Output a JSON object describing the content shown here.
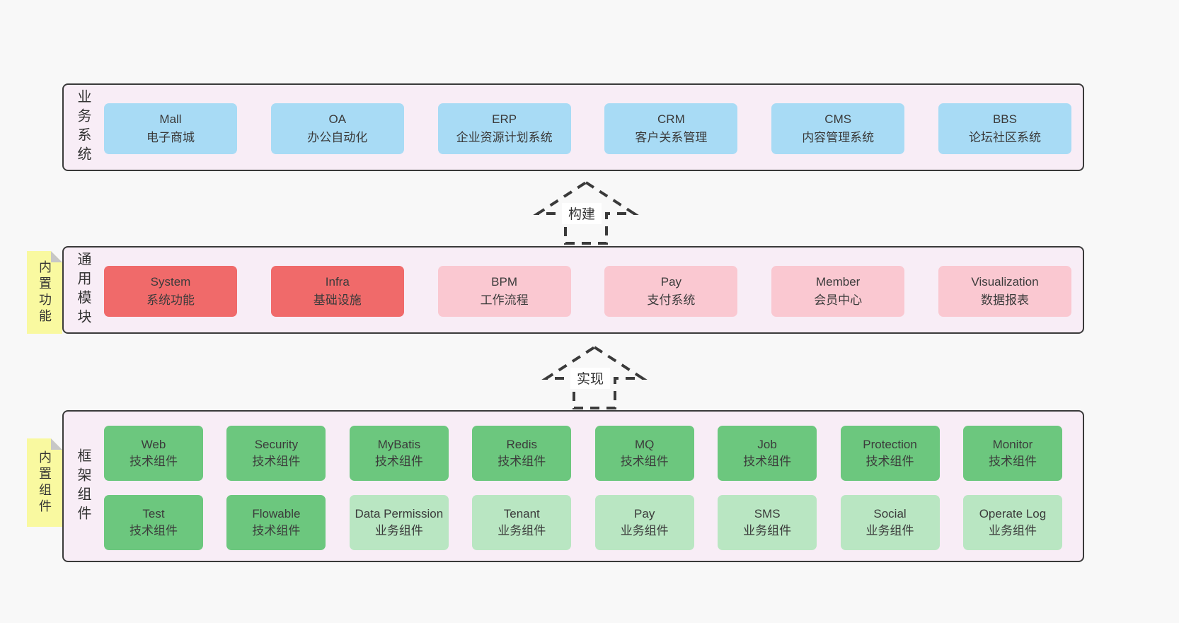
{
  "colors": {
    "page_bg": "#f8f8f8",
    "band_fill": "#f8edf6",
    "band_border": "#3a3a3a",
    "text": "#333333",
    "blue": "#a8dbf5",
    "red": "#f06a6a",
    "pink": "#fac8d1",
    "green": "#6cc77e",
    "green_light": "#b9e6c2",
    "sticky_yellow": "#f9f9a0",
    "fold_gray": "#c7c7c7"
  },
  "bands": [
    {
      "label": "业务系统",
      "boxes": [
        {
          "title": "Mall",
          "subtitle": "电子商城",
          "type": "blue"
        },
        {
          "title": "OA",
          "subtitle": "办公自动化",
          "type": "blue"
        },
        {
          "title": "ERP",
          "subtitle": "企业资源计划系统",
          "type": "blue"
        },
        {
          "title": "CRM",
          "subtitle": "客户关系管理",
          "type": "blue"
        },
        {
          "title": "CMS",
          "subtitle": "内容管理系统",
          "type": "blue"
        },
        {
          "title": "BBS",
          "subtitle": "论坛社区系统",
          "type": "blue"
        }
      ]
    },
    {
      "label": "通用模块",
      "sticky": "内置功能",
      "boxes": [
        {
          "title": "System",
          "subtitle": "系统功能",
          "type": "red"
        },
        {
          "title": "Infra",
          "subtitle": "基础设施",
          "type": "red"
        },
        {
          "title": "BPM",
          "subtitle": "工作流程",
          "type": "pink"
        },
        {
          "title": "Pay",
          "subtitle": "支付系统",
          "type": "pink"
        },
        {
          "title": "Member",
          "subtitle": "会员中心",
          "type": "pink"
        },
        {
          "title": "Visualization",
          "subtitle": "数据报表",
          "type": "pink"
        }
      ]
    },
    {
      "label": "框架组件",
      "sticky": "内置组件",
      "rows": [
        [
          {
            "title": "Web",
            "subtitle": "技术组件",
            "type": "green"
          },
          {
            "title": "Security",
            "subtitle": "技术组件",
            "type": "green"
          },
          {
            "title": "MyBatis",
            "subtitle": "技术组件",
            "type": "green"
          },
          {
            "title": "Redis",
            "subtitle": "技术组件",
            "type": "green"
          },
          {
            "title": "MQ",
            "subtitle": "技术组件",
            "type": "green"
          },
          {
            "title": "Job",
            "subtitle": "技术组件",
            "type": "green"
          },
          {
            "title": "Protection",
            "subtitle": "技术组件",
            "type": "green"
          },
          {
            "title": "Monitor",
            "subtitle": "技术组件",
            "type": "green"
          }
        ],
        [
          {
            "title": "Test",
            "subtitle": "技术组件",
            "type": "green"
          },
          {
            "title": "Flowable",
            "subtitle": "技术组件",
            "type": "green"
          },
          {
            "title": "Data Permission",
            "subtitle": "业务组件",
            "type": "green-light"
          },
          {
            "title": "Tenant",
            "subtitle": "业务组件",
            "type": "green-light"
          },
          {
            "title": "Pay",
            "subtitle": "业务组件",
            "type": "green-light"
          },
          {
            "title": "SMS",
            "subtitle": "业务组件",
            "type": "green-light"
          },
          {
            "title": "Social",
            "subtitle": "业务组件",
            "type": "green-light"
          },
          {
            "title": "Operate Log",
            "subtitle": "业务组件",
            "type": "green-light"
          }
        ]
      ]
    }
  ],
  "arrows": [
    {
      "label": "构建"
    },
    {
      "label": "实现"
    }
  ]
}
